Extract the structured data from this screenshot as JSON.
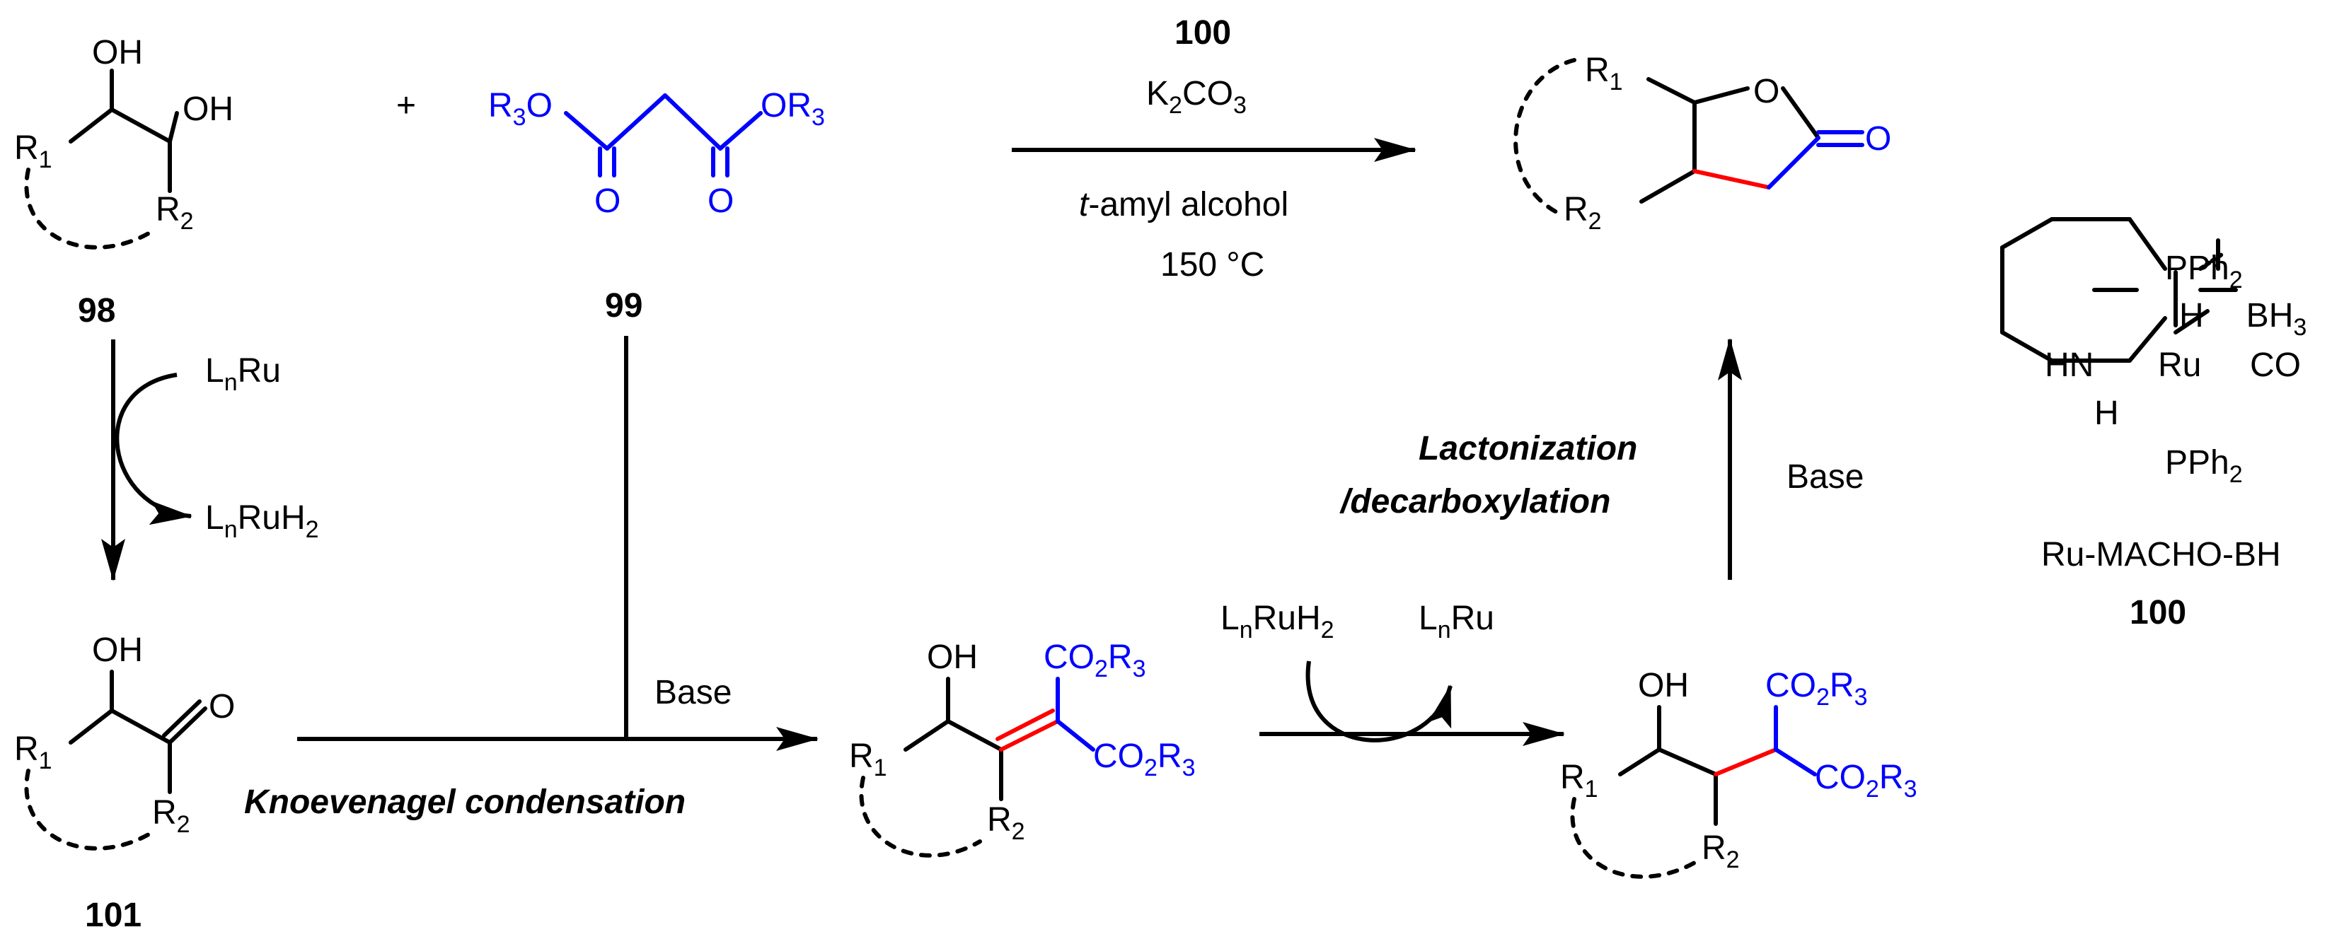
{
  "colors": {
    "black": "#000000",
    "blue": "#0000ff",
    "red": "#ff0000"
  },
  "compounds": {
    "diol": {
      "oh_top": "OH",
      "oh_right": "OH",
      "r1": "R",
      "r1_sub": "1",
      "r2": "R",
      "r2_sub": "2",
      "id": "98"
    },
    "plus": "+",
    "malonate": {
      "r3o": "R",
      "r3o_sub": "3",
      "o_left": "O",
      "oxy_right": "OR",
      "r3_sub": "3",
      "carbonyl_left": "O",
      "carbonyl_right": "O",
      "id": "99"
    },
    "lactone": {
      "r1": "R",
      "r1_sub": "1",
      "ring_o": "O",
      "carbonyl_o": "O",
      "r2": "R",
      "r2_sub": "2"
    },
    "hydroxyketone": {
      "oh": "OH",
      "o": "O",
      "r1": "R",
      "r1_sub": "1",
      "r2": "R",
      "r2_sub": "2",
      "id": "101"
    },
    "alkylidene": {
      "oh": "OH",
      "co2r3_top": "CO",
      "co2r3_top_sub": "2",
      "co2r3_top_r": "R",
      "co2r3_top_r_sub": "3",
      "co2r3_right": "CO",
      "co2r3_right_sub": "2",
      "co2r3_right_r": "R",
      "co2r3_right_r_sub": "3",
      "r1": "R",
      "r1_sub": "1",
      "r2": "R",
      "r2_sub": "2"
    },
    "reduced": {
      "oh": "OH",
      "co2r3_top": "CO",
      "co2r3_top_sub": "2",
      "co2r3_top_r": "R",
      "co2r3_top_r_sub": "3",
      "co2r3_right": "CO",
      "co2r3_right_sub": "2",
      "co2r3_right_r": "R",
      "co2r3_right_r_sub": "3",
      "r1": "R",
      "r1_sub": "1",
      "r2": "R",
      "r2_sub": "2"
    }
  },
  "conditions": {
    "catalyst_id": "100",
    "base": "K",
    "base_sub": "2",
    "base_tail": "CO",
    "base_tail_sub": "3",
    "solvent_prefix": "t",
    "solvent_rest": "-amyl alcohol",
    "temperature": "150 °C"
  },
  "steps": {
    "dehydrogenation": {
      "start_prefix": "L",
      "start_sub": "n",
      "start_metal": "Ru",
      "end_prefix": "L",
      "end_sub": "n",
      "end_metal": "RuH",
      "end_h_sub": "2"
    },
    "knoevenagel": {
      "base_label": "Base",
      "name": "Knoevenagel condensation"
    },
    "hydrogenation": {
      "start_prefix": "L",
      "start_sub": "n",
      "start_metal": "RuH",
      "start_h_sub": "2",
      "end_prefix": "L",
      "end_sub": "n",
      "end_metal": "Ru"
    },
    "lactonization": {
      "name_line1": "Lactonization",
      "name_line2": "/decarboxylation",
      "base_label": "Base"
    }
  },
  "catalyst": {
    "pph2_top": "PPh",
    "pph2_top_sub": "2",
    "h_bh3_h": "H",
    "bh3": "BH",
    "bh3_sub": "3",
    "hn": "HN",
    "ru": "Ru",
    "co": "CO",
    "h": "H",
    "pph2_bottom": "PPh",
    "pph2_bottom_sub": "2",
    "name": "Ru-MACHO-BH",
    "id": "100"
  }
}
